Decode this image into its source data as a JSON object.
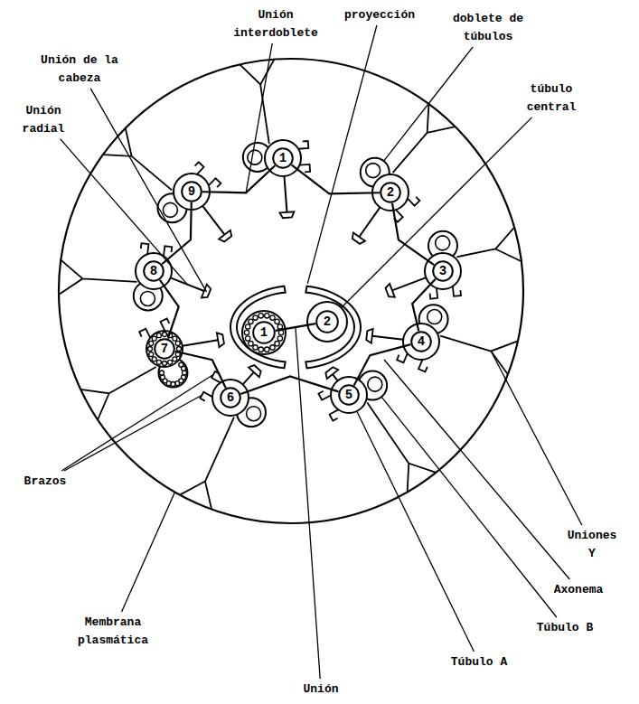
{
  "diagram": {
    "nodes": [
      {
        "text": [
          "1"
        ]
      },
      {
        "text": [
          "2"
        ]
      },
      {
        "text": [
          "3"
        ]
      },
      {
        "text": [
          "4"
        ]
      },
      {
        "text": [
          "5"
        ]
      },
      {
        "text": [
          "6"
        ]
      },
      {
        "text": [
          "7"
        ]
      },
      {
        "text": [
          "8"
        ]
      },
      {
        "text": [
          "9"
        ]
      },
      {
        "text": [
          "1"
        ]
      },
      {
        "text": [
          "2"
        ]
      }
    ],
    "edges": [
      {
        "from": 0,
        "to": 1,
        "arrow": "none"
      },
      {
        "from": 1,
        "to": 2,
        "arrow": "none"
      },
      {
        "from": 2,
        "to": 3,
        "arrow": "none"
      },
      {
        "from": 3,
        "to": 4,
        "arrow": "none"
      },
      {
        "from": 4,
        "to": 5,
        "arrow": "none"
      },
      {
        "from": 5,
        "to": 6,
        "arrow": "none"
      },
      {
        "from": 6,
        "to": 7,
        "arrow": "none"
      },
      {
        "from": 7,
        "to": 8,
        "arrow": "none"
      },
      {
        "from": 8,
        "to": 0,
        "arrow": "none"
      },
      {
        "from": 9,
        "to": 10,
        "arrow": "none"
      }
    ],
    "labels": [
      "Unión interdoblete",
      "Unión de la cabeza",
      "Unión radial",
      "proyección",
      "doblete de túbulos",
      "túbulo central",
      "Uniones Y",
      "Axonema",
      "Túbulo B",
      "Túbulo A",
      "Unión",
      "Membrana plasmática",
      "Brazos"
    ]
  }
}
